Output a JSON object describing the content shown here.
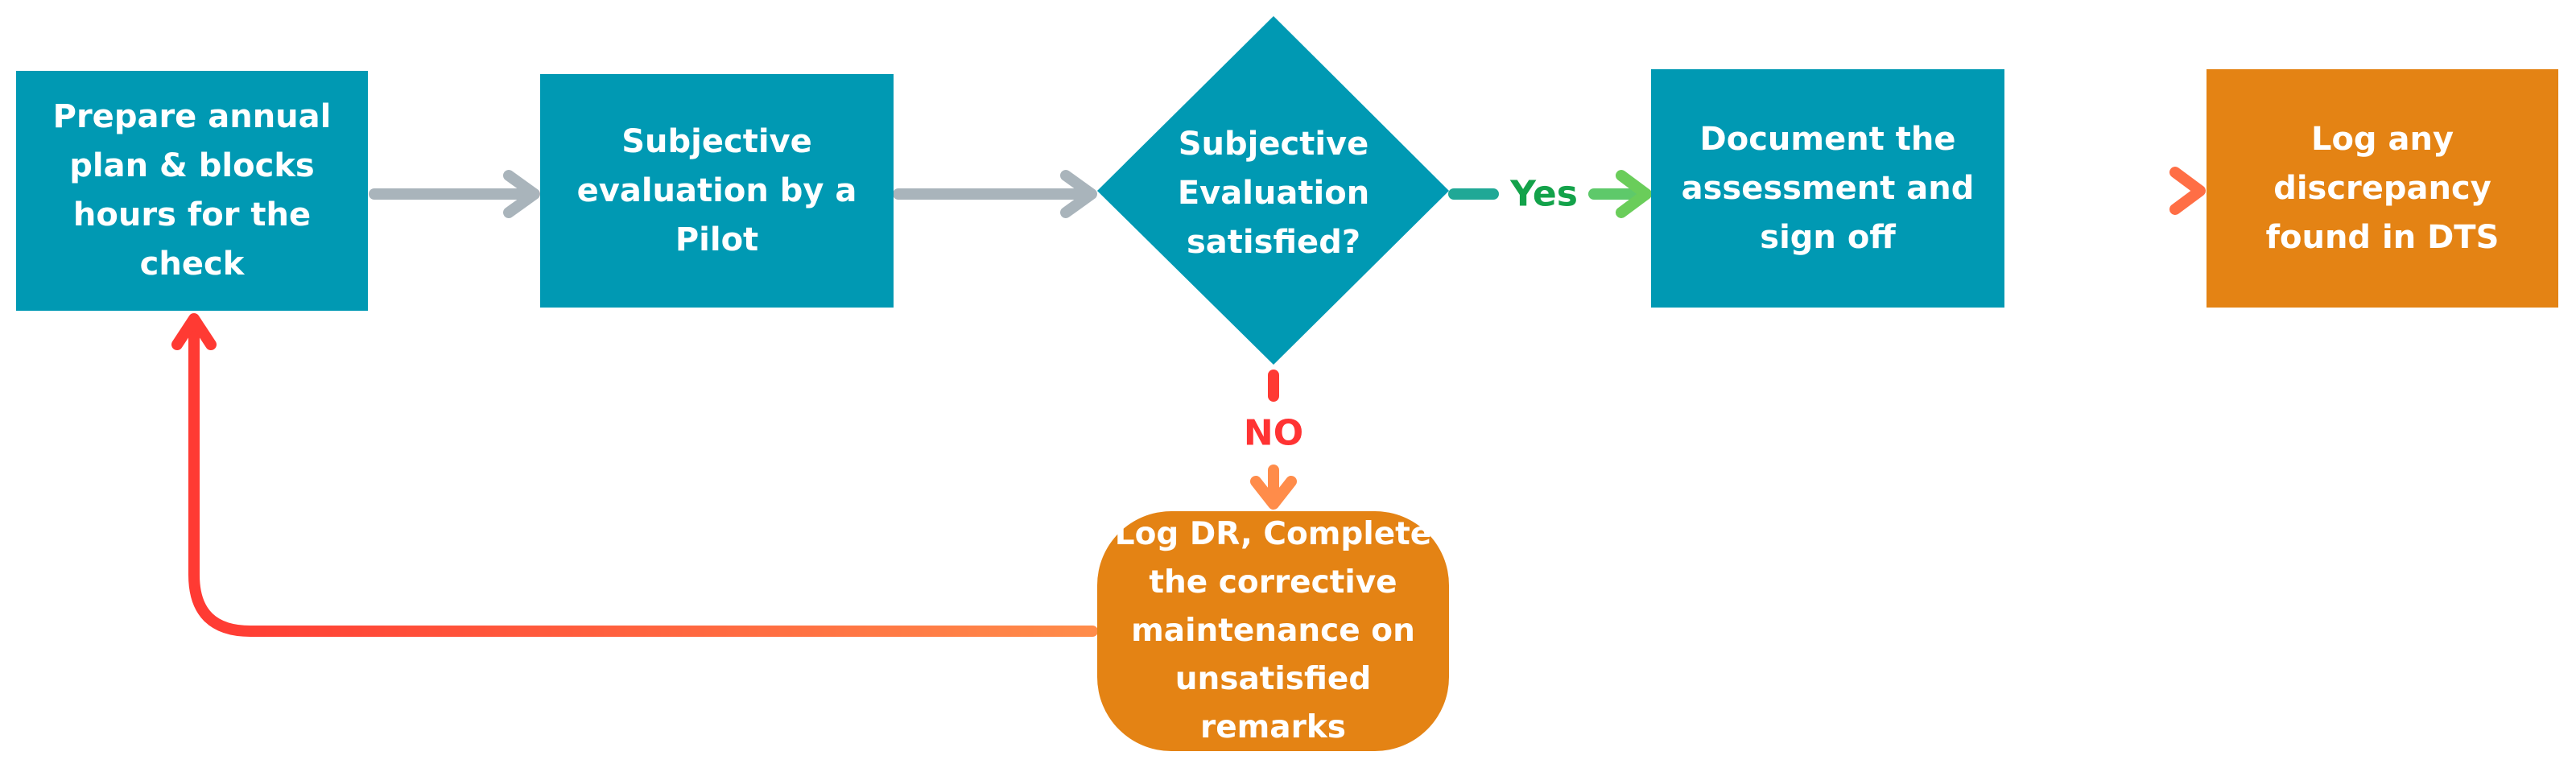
{
  "nodes": {
    "prepare": "Prepare annual plan & blocks hours for the check",
    "evaluation": "Subjective evaluation by a Pilot",
    "decision": "Subjective Evaluation satisfied?",
    "document": "Document the assessment and sign off",
    "log_discrepancy": "Log any discrepancy found in DTS",
    "corrective": "Log DR, Complete the corrective maintenance on unsatisfied remarks"
  },
  "edge_labels": {
    "yes": "Yes",
    "no": "NO"
  },
  "colors": {
    "process": "#0099b3",
    "action": "#e48314",
    "yes": "#13a24a",
    "no": "#ff3333",
    "neutral_arrow": "#a9b4bb"
  }
}
